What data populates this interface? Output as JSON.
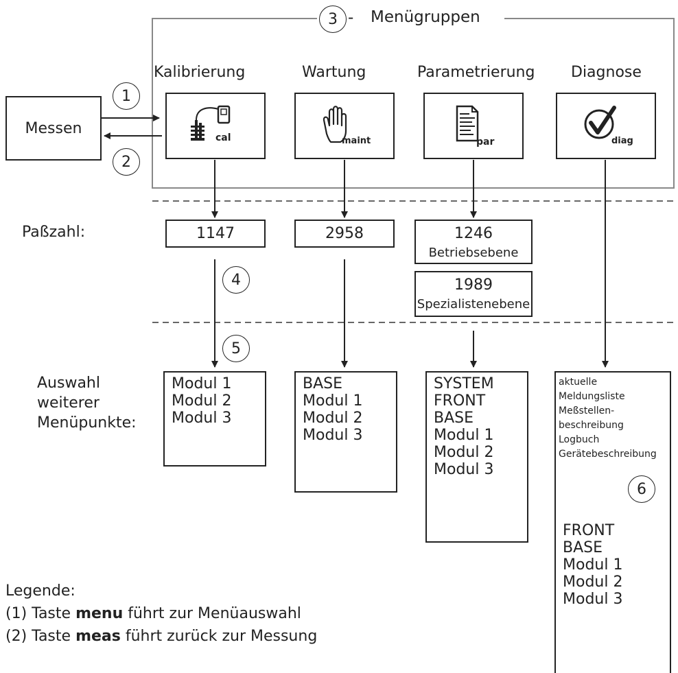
{
  "group_number": "3",
  "group_title": "Menügruppen",
  "groups": [
    {
      "label": "Kalibrierung",
      "icon_tag": "cal",
      "passcode": "1147",
      "menu": [
        "Modul 1",
        "Modul 2",
        "Modul 3"
      ]
    },
    {
      "label": "Wartung",
      "icon_tag": "maint",
      "passcode": "2958",
      "menu": [
        "BASE",
        "Modul 1",
        "Modul 2",
        "Modul 3"
      ]
    },
    {
      "label": "Parametrierung",
      "icon_tag": "par",
      "passcode": "1246",
      "passcode_sub": "Betriebsebene",
      "passcode2": "1989",
      "passcode2_sub": "Spezialistenebene",
      "menu": [
        "SYSTEM",
        "FRONT",
        "BASE",
        "Modul 1",
        "Modul 2",
        "Modul 3"
      ]
    },
    {
      "label": "Diagnose",
      "icon_tag": "diag",
      "menu_small": [
        "aktuelle",
        "Meldungsliste",
        "Meßstellen-",
        "beschreibung",
        "Logbuch",
        "Gerätebeschreibung"
      ],
      "menu": [
        "FRONT",
        "BASE",
        "Modul 1",
        "Modul 2",
        "Modul 3"
      ]
    }
  ],
  "messen": "Messen",
  "markers": [
    "1",
    "2",
    "4",
    "5",
    "6"
  ],
  "passzahl_label": "Paßzahl:",
  "auswahl_label": [
    "Auswahl",
    "weiterer",
    "Menüpunkte:"
  ],
  "legend": {
    "title": "Legende:",
    "items": [
      {
        "prefix": "(1) Taste ",
        "key": "menu",
        "suffix": " führt zur Menüauswahl"
      },
      {
        "prefix": "(2) Taste ",
        "key": "meas",
        "suffix": " führt zurück zur Messung"
      }
    ]
  }
}
